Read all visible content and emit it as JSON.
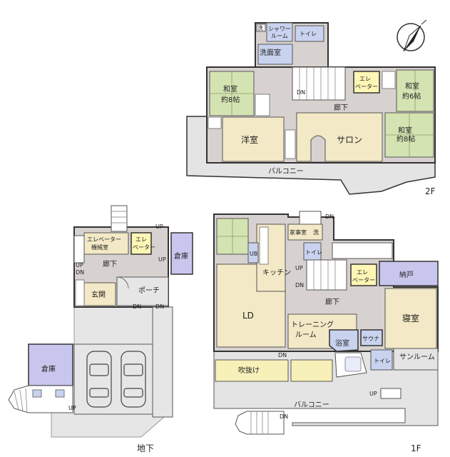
{
  "colors": {
    "wall": "#333333",
    "room_beige": "#f3e9c6",
    "corridor_gray": "#d7d2cf",
    "tatami_green": "#d4e3b2",
    "wet_blue": "#c9d3ef",
    "storage_purple": "#c9c6ee",
    "balcony_gray": "#e4e4e4",
    "elevator_yellow": "#fdf6b5",
    "void_yellow": "#f7f0b8"
  },
  "floors": {
    "second": {
      "floor_label": "2F",
      "washroom": "洗面室",
      "shower_room_1": "シャワー",
      "shower_room_2": "ルーム",
      "sink_mark": "洗",
      "toilet": "トイレ",
      "japanese_room": "和室",
      "size_8_jo": "約8帖",
      "size_6_jo": "約6帖",
      "western_room": "洋室",
      "salon": "サロン",
      "corridor": "廊下",
      "balcony": "バルコニー",
      "elevator_1": "エレ",
      "elevator_2": "ベーター",
      "dn": "DN"
    },
    "first": {
      "floor_label": "1F",
      "housework_room": "家事室",
      "sink_mark": "洗",
      "kitchen": "キッチン",
      "ld": "LD",
      "ub": "UB",
      "toilet": "トイレ",
      "elevator_1": "エレ",
      "elevator_2": "ベーター",
      "closet": "納戸",
      "corridor": "廊下",
      "bedroom": "寝室",
      "training_1": "トレーニング",
      "training_2": "ルーム",
      "bath": "浴室",
      "sauna": "サウナ",
      "sunroom": "サンルーム",
      "void": "吹抜け",
      "balcony": "バルコニー",
      "dn": "DN",
      "up": "UP"
    },
    "basement": {
      "floor_label": "地下",
      "elevator_machine_1": "エレベーター",
      "elevator_machine_2": "機械室",
      "elevator_1": "エレ",
      "elevator_2": "ベーター",
      "storage": "倉庫",
      "corridor": "廊下",
      "entrance": "玄関",
      "porch": "ポーチ",
      "up": "UP",
      "dn": "DN"
    }
  }
}
